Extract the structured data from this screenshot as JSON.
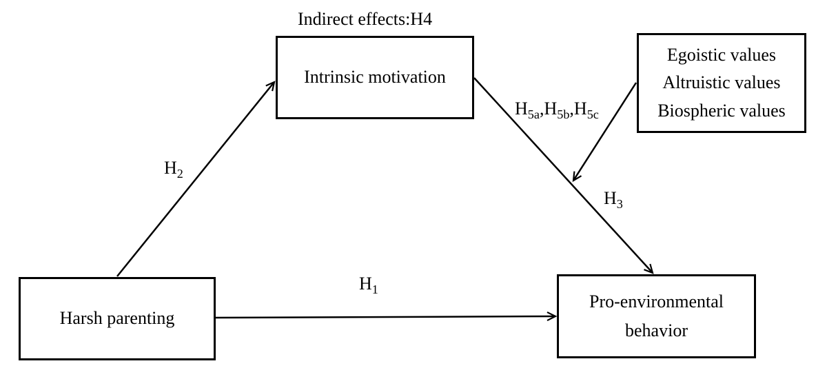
{
  "diagram": {
    "annotation": "Indirect effects:H4",
    "boxes": {
      "intrinsic_motivation": {
        "label": "Intrinsic motivation"
      },
      "values": {
        "lines": [
          "Egoistic values",
          "Altruistic values",
          "Biospheric values"
        ]
      },
      "harsh_parenting": {
        "label": "Harsh parenting"
      },
      "pro_environmental": {
        "lines": [
          "Pro-environmental",
          "behavior"
        ]
      }
    },
    "path_labels": {
      "h1": {
        "base": "H",
        "sub": "1"
      },
      "h2": {
        "base": "H",
        "sub": "2"
      },
      "h3": {
        "base": "H",
        "sub": "3"
      },
      "h5": {
        "parts": [
          {
            "text": "H"
          },
          {
            "text": "5a"
          },
          {
            "text": ","
          },
          {
            "text": "H"
          },
          {
            "text": "5b"
          },
          {
            "text": ","
          },
          {
            "text": "H"
          },
          {
            "text": "5c"
          }
        ]
      }
    },
    "colors": {
      "line": "#000000",
      "text": "#000000",
      "background": "#ffffff",
      "box_fill": "#ffffff"
    }
  }
}
